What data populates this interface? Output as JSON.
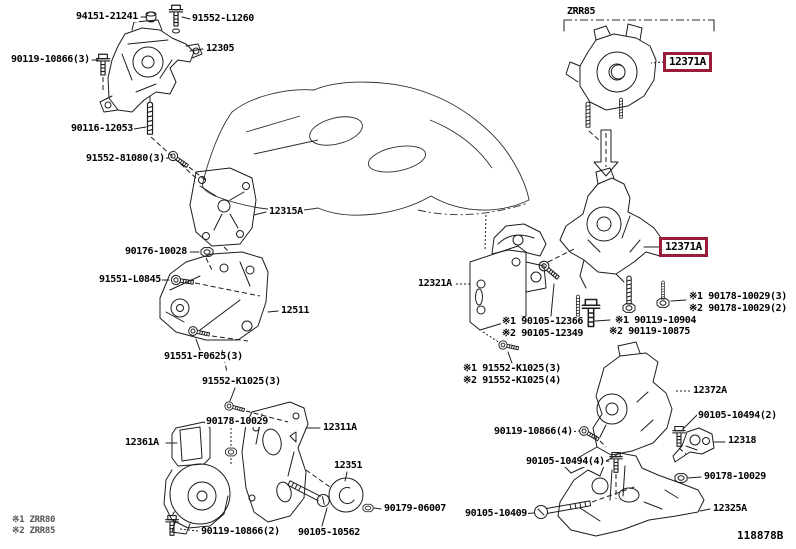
{
  "diagram": {
    "drawing_number": "118878B",
    "variant_group": "ZRR85",
    "highlight_color": "#9b1c38",
    "legend": {
      "note1": "※1 ZRR80",
      "note2": "※2 ZRR85"
    },
    "labels": {
      "p94151_21241": "94151-21241",
      "p91552_l1260": "91552-L1260",
      "p12305": "12305",
      "p90119_10866_3": "90119-10866(3)",
      "p90116_12053": "90116-12053",
      "p91552_81080_3": "91552-81080(3)",
      "p12315a": "12315A",
      "p90176_10028": "90176-10028",
      "p91551_l0845": "91551-L0845",
      "p12511": "12511",
      "p91551_f0625_3": "91551-F0625(3)",
      "p91552_k1025_3": "91552-K1025(3)",
      "p90178_10029": "90178-10029",
      "p12361a": "12361A",
      "p12311a": "12311A",
      "p12351": "12351",
      "p90119_10866_2": "90119-10866(2)",
      "p90105_10562": "90105-10562",
      "p90179_06007": "90179-06007",
      "p12371a": "12371A",
      "p12321a": "12321A",
      "n1_90178_10029_3": "※1 90178-10029(3)",
      "n2_90178_10029_2": "※2 90178-10029(2)",
      "n1_90105_12366": "※1 90105-12366",
      "n2_90105_12349": "※2 90105-12349",
      "n1_90119_10904": "※1 90119-10904",
      "n2_90119_10875": "※2 90119-10875",
      "n1_91552_k1025_3": "※1 91552-K1025(3)",
      "n2_91552_k1025_4": "※2 91552-K1025(4)",
      "p12372a": "12372A",
      "p90105_10494_2": "90105-10494(2)",
      "p90119_10866_4": "90119-10866(4)",
      "p12318": "12318",
      "p90105_10494_4": "90105-10494(4)",
      "p90178_10029_b": "90178-10029",
      "p12325a": "12325A",
      "p90105_10409": "90105-10409"
    }
  }
}
